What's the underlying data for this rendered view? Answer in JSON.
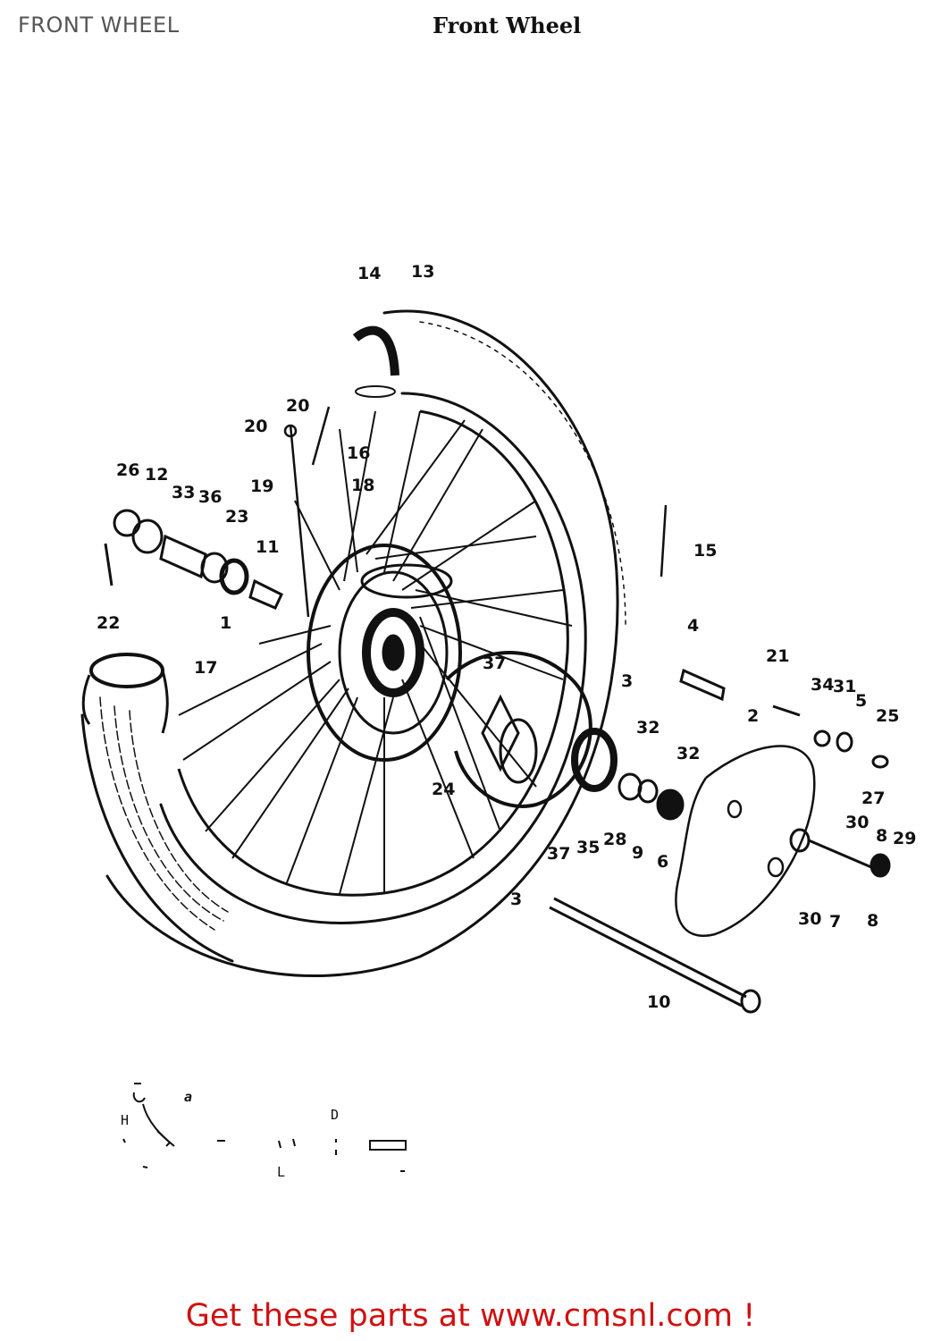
{
  "header": {
    "page_label": "FRONT WHEEL",
    "diagram_title": "Front Wheel"
  },
  "callouts": [
    {
      "id": "c-14",
      "text": "14"
    },
    {
      "id": "c-13",
      "text": "13"
    },
    {
      "id": "c-20a",
      "text": "20"
    },
    {
      "id": "c-20b",
      "text": "20"
    },
    {
      "id": "c-16",
      "text": "16"
    },
    {
      "id": "c-18",
      "text": "18"
    },
    {
      "id": "c-19",
      "text": "19"
    },
    {
      "id": "c-26",
      "text": "26"
    },
    {
      "id": "c-12",
      "text": "12"
    },
    {
      "id": "c-33",
      "text": "33"
    },
    {
      "id": "c-36",
      "text": "36"
    },
    {
      "id": "c-23",
      "text": "23"
    },
    {
      "id": "c-11",
      "text": "11"
    },
    {
      "id": "c-22",
      "text": "22"
    },
    {
      "id": "c-1",
      "text": "1"
    },
    {
      "id": "c-17",
      "text": "17"
    },
    {
      "id": "c-37a",
      "text": "37"
    },
    {
      "id": "c-15",
      "text": "15"
    },
    {
      "id": "c-4",
      "text": "4"
    },
    {
      "id": "c-3a",
      "text": "3"
    },
    {
      "id": "c-21",
      "text": "21"
    },
    {
      "id": "c-34",
      "text": "34"
    },
    {
      "id": "c-31",
      "text": "31"
    },
    {
      "id": "c-5",
      "text": "5"
    },
    {
      "id": "c-25",
      "text": "25"
    },
    {
      "id": "c-2",
      "text": "2"
    },
    {
      "id": "c-32a",
      "text": "32"
    },
    {
      "id": "c-32b",
      "text": "32"
    },
    {
      "id": "c-27",
      "text": "27"
    },
    {
      "id": "c-30a",
      "text": "30"
    },
    {
      "id": "c-8a",
      "text": "8"
    },
    {
      "id": "c-29",
      "text": "29"
    },
    {
      "id": "c-24",
      "text": "24"
    },
    {
      "id": "c-37b",
      "text": "37"
    },
    {
      "id": "c-35",
      "text": "35"
    },
    {
      "id": "c-28",
      "text": "28"
    },
    {
      "id": "c-9",
      "text": "9"
    },
    {
      "id": "c-6",
      "text": "6"
    },
    {
      "id": "c-3b",
      "text": "3"
    },
    {
      "id": "c-30b",
      "text": "30"
    },
    {
      "id": "c-7",
      "text": "7"
    },
    {
      "id": "c-8b",
      "text": "8"
    },
    {
      "id": "c-10",
      "text": "10"
    }
  ],
  "legend": {
    "a": "a",
    "h": "H",
    "d": "D",
    "l": "L"
  },
  "footer": {
    "link_text": "Get these parts at www.cmsnl.com !"
  },
  "colors": {
    "ink": "#111111",
    "footer_red": "#d01010",
    "header_gray": "#555555"
  }
}
